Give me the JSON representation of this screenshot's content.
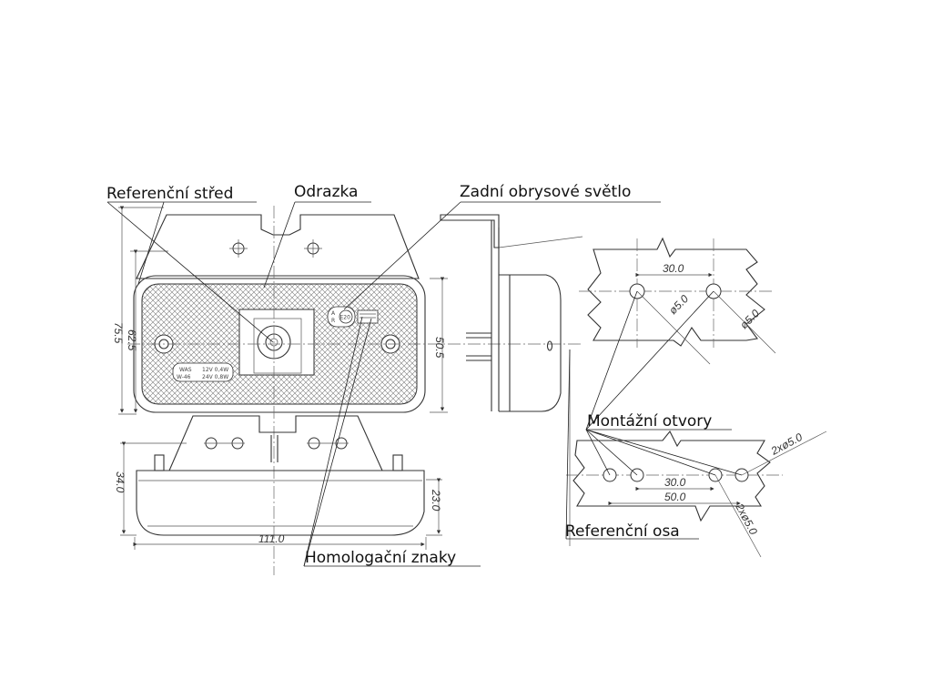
{
  "callouts": {
    "reference_center": "Referenční střed",
    "reflector": "Odrazka",
    "rear_position_light": "Zadní obrysové světlo",
    "mounting_holes": "Montážní otvory",
    "reference_axis": "Referenční osa",
    "homologation_marks": "Homologační znaky"
  },
  "dimensions": {
    "overall_height": "75.5",
    "lamp_height": "62.5",
    "mount_height": "50.5",
    "bottom_height": "34.0",
    "lens_height": "23.0",
    "width": "111.0",
    "hole_spacing_top": "30.0",
    "hole_dia_a": "ø5.0",
    "hole_dia_b": "ø5.0",
    "hole_dia_bottom_right": "2xø5.0",
    "hole_dia_bottom_diag": "2xø5.0",
    "hole_spacing_inner": "30.0",
    "hole_spacing_outer": "50.0"
  },
  "label_plate": {
    "maker": "WAS",
    "model": "W-46",
    "spec_12v": "12V 0,4W",
    "spec_24v": "24V 0,8W"
  },
  "homologation": {
    "code": "E20",
    "small_1": "A",
    "small_2": "R"
  }
}
